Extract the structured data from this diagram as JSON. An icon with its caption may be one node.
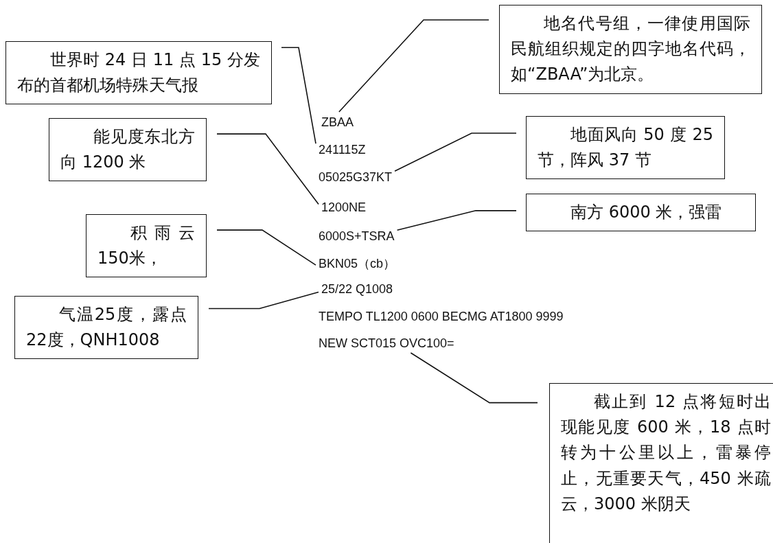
{
  "diagram": {
    "nodes": [
      {
        "text": [
          "世界时 24 日 11 点 15 分发布的首都机场特殊天气报"
        ]
      },
      {
        "text": [
          "地名代号组，一律使用国际民航组织规定的四字地名代码，如“ZBAA”为北京。"
        ]
      },
      {
        "text": [
          "ZBAA"
        ]
      },
      {
        "text": [
          "能见度东北方向 1200 米"
        ]
      },
      {
        "text": [
          "241115Z"
        ]
      },
      {
        "text": [
          "05025G37KT"
        ]
      },
      {
        "text": [
          "地面风向 50 度 25 节，阵风 37 节"
        ]
      },
      {
        "text": [
          "1200NE"
        ]
      },
      {
        "text": [
          "南方 6000 米，强雷"
        ]
      },
      {
        "text": [
          "6000S+TSRA"
        ]
      },
      {
        "text": [
          "积雨云150米，"
        ]
      },
      {
        "text": [
          "BKN05（cb）"
        ]
      },
      {
        "text": [
          "气温25度，露点22度，QNH1008"
        ]
      },
      {
        "text": [
          "25/22 Q1008"
        ]
      },
      {
        "text": [
          "NEW SCT015 OVC100="
        ]
      },
      {
        "text": [
          "截止到 12 点将短时出现能见度 600 米，18 点时转为十公里以上，雷暴停止，无重要天气，450 米疏云，3000 米阴天"
        ]
      }
    ],
    "edges": [
      {
        "from": 0,
        "to": 4,
        "arrow": "none"
      },
      {
        "from": 1,
        "to": 2,
        "arrow": "none"
      },
      {
        "from": 3,
        "to": 7,
        "arrow": "none"
      },
      {
        "from": 6,
        "to": 5,
        "arrow": "none"
      },
      {
        "from": 8,
        "to": 9,
        "arrow": "none"
      },
      {
        "from": 10,
        "to": 11,
        "arrow": "none"
      },
      {
        "from": 12,
        "to": 13,
        "arrow": "none"
      },
      {
        "from": 15,
        "to": 14,
        "arrow": "none"
      }
    ],
    "labels": [
      "TEMPO TL1200 0600 BECMG AT1800 9999"
    ]
  }
}
